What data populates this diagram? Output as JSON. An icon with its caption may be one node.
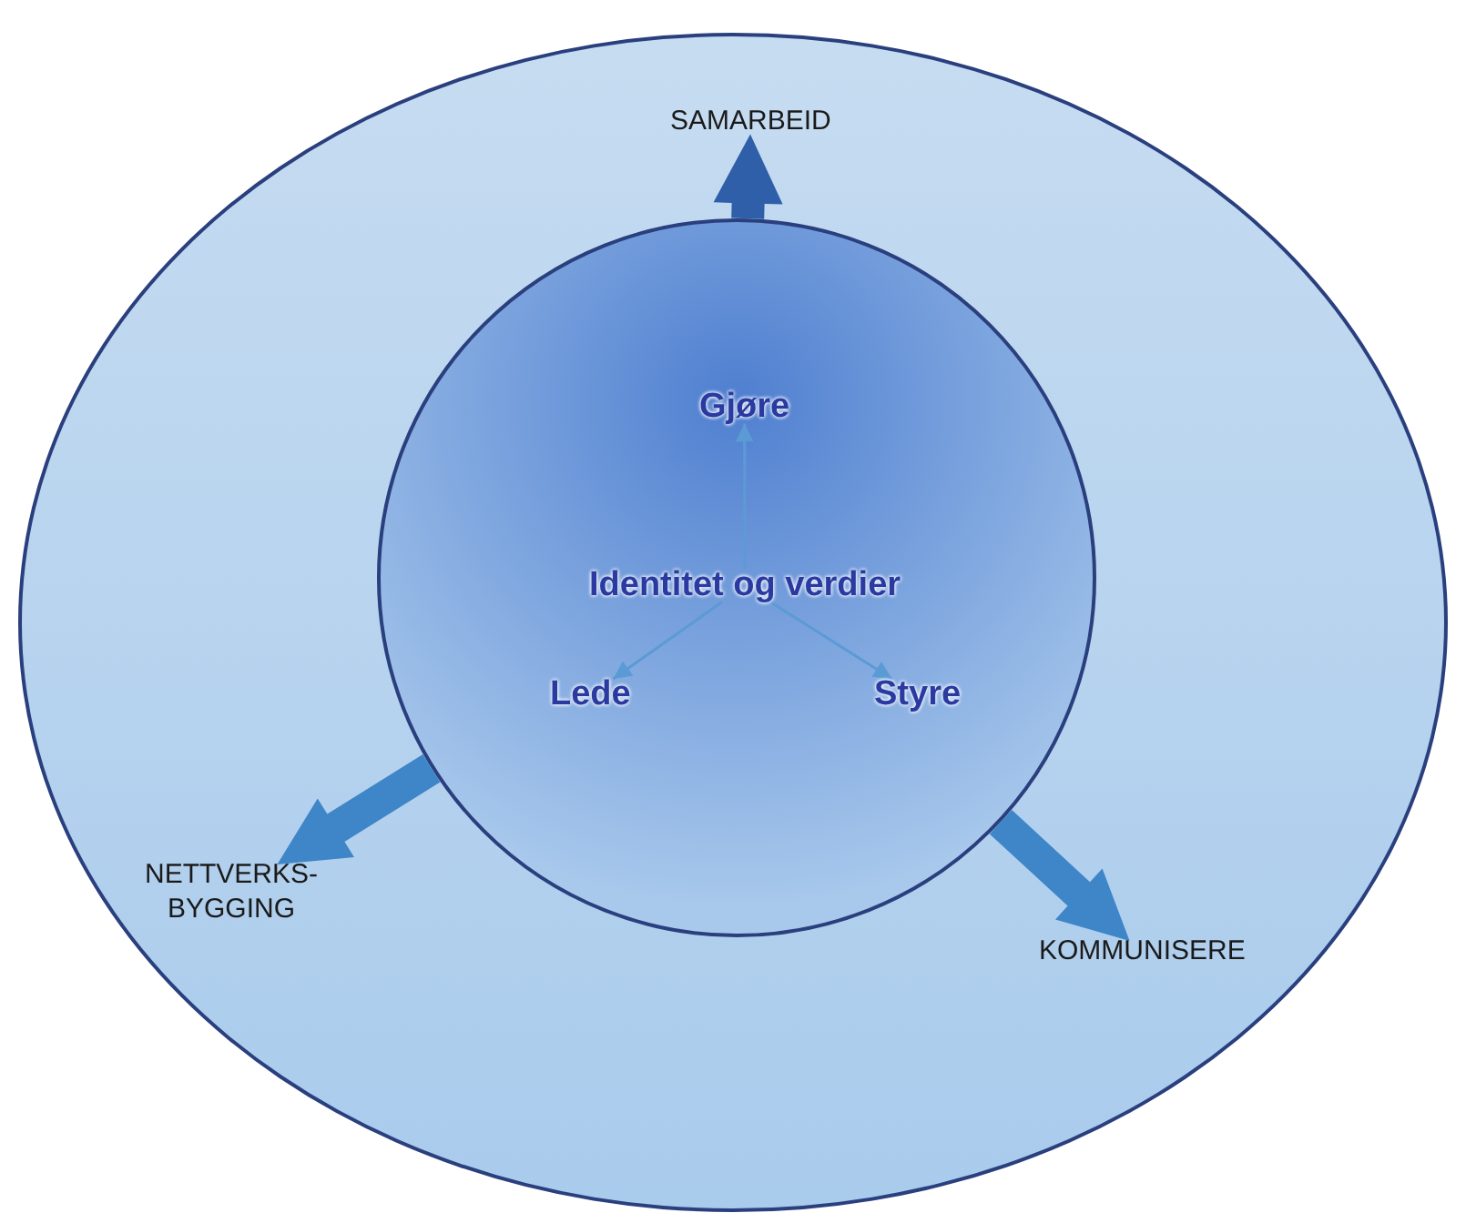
{
  "diagram": {
    "nodes": [
      {
        "text": [],
        "shape": "ellipse"
      },
      {
        "text": [
          "SAMARBEID"
        ],
        "in": 0
      },
      {
        "text": [],
        "shape": "circle",
        "in": 0
      },
      {
        "text": [
          "Gjøre"
        ],
        "in": 2
      },
      {
        "text": [
          "Identitet og verdier"
        ],
        "in": 2
      },
      {
        "text": [
          "Lede"
        ],
        "in": 2
      },
      {
        "text": [
          "Styre"
        ],
        "in": 2
      },
      {
        "text": [
          "NETTVERKS- BYGGING"
        ],
        "in": 0
      },
      {
        "text": [
          "KOMMUNISERE"
        ],
        "in": 0
      }
    ],
    "edges": [
      {
        "from": 4,
        "to": 3,
        "arrow": "to"
      },
      {
        "from": 4,
        "to": 5,
        "arrow": "to"
      },
      {
        "from": 4,
        "to": 6,
        "arrow": "to"
      },
      {
        "from": 2,
        "to": 1,
        "arrow": "to",
        "style": "thick",
        "color": "#2e5fa8"
      },
      {
        "from": 2,
        "to": 7,
        "arrow": "to",
        "style": "thick",
        "color": "#3f86c8"
      },
      {
        "from": 2,
        "to": 8,
        "arrow": "to",
        "style": "thick",
        "color": "#3f86c8"
      }
    ]
  }
}
